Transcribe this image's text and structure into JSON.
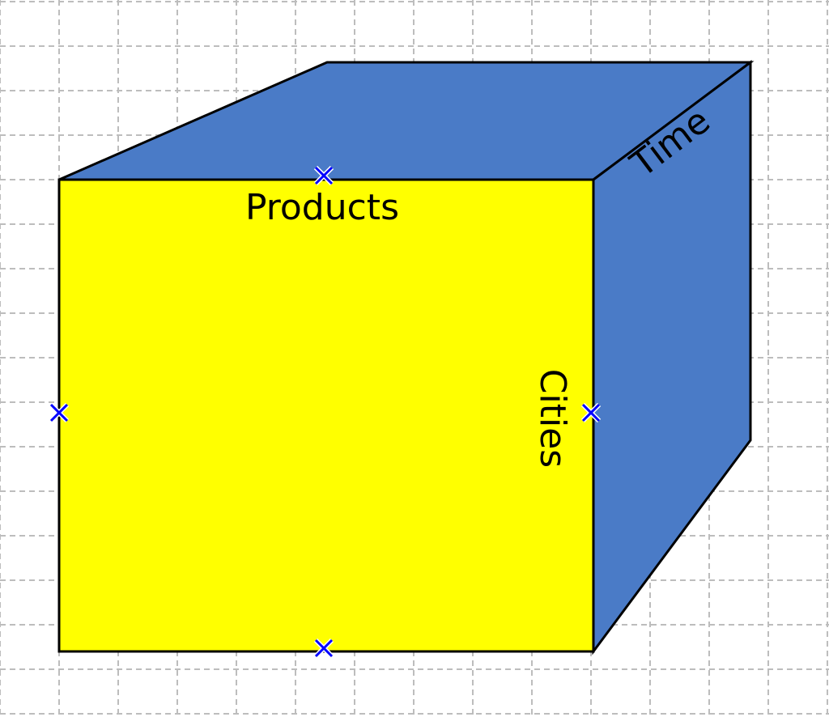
{
  "colors": {
    "background": "#ffffff",
    "grid": "#bdbdbd",
    "front_face": "#ffff00",
    "top_face": "#4a7bc7",
    "side_face": "#4a7bc7",
    "edge": "#000000",
    "marker": "#0000ff"
  },
  "labels": {
    "products": "Products",
    "cities": "Cities",
    "time": "Time"
  },
  "markers": {
    "shape": "x",
    "icon": "x-marker-icon"
  }
}
